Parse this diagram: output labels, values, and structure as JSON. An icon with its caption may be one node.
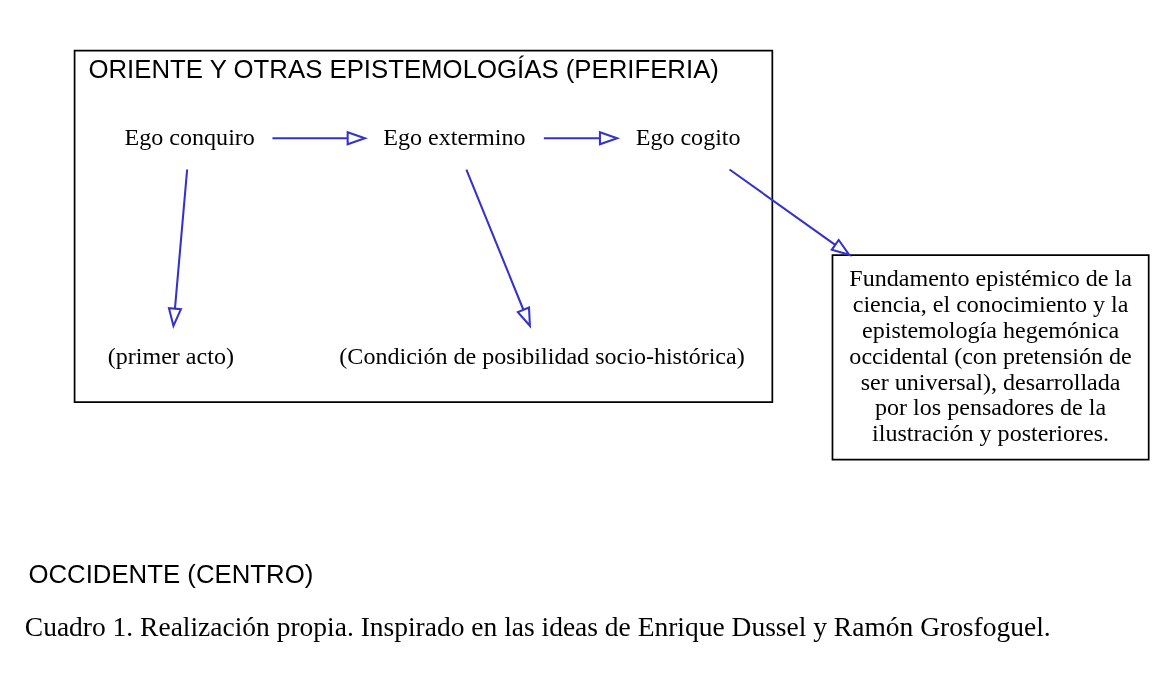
{
  "diagram": {
    "caption": "Cuadro 1. Realización propia. Inspirado en las ideas de Enrique Dussel y Ramón Grosfoguel.",
    "nodes": [
      {
        "text": [
          "ORIENTE Y OTRAS EPISTEMOLOGÍAS (PERIFERIA)"
        ]
      },
      {
        "text": [
          "Ego conquiro"
        ],
        "in": 0
      },
      {
        "text": [
          "Ego extermino"
        ],
        "in": 0
      },
      {
        "text": [
          "Ego cogito"
        ],
        "in": 0
      },
      {
        "text": [
          "(primer acto)"
        ],
        "in": 0
      },
      {
        "text": [
          "(Condición de posibilidad socio-histórica)"
        ],
        "in": 0
      },
      {
        "text": [
          "Fundamento epistémico de la ciencia, el conocimiento y la epistemología hegemónica occidental (con pretensión de ser universal), desarrollada por los pensadores de la ilustración y posteriores."
        ]
      }
    ],
    "edges": [
      {
        "from": 1,
        "to": 2,
        "arrow": "to"
      },
      {
        "from": 2,
        "to": 3,
        "arrow": "to"
      },
      {
        "from": 1,
        "to": 4,
        "arrow": "to"
      },
      {
        "from": 2,
        "to": 5,
        "arrow": "to"
      },
      {
        "from": 3,
        "to": 6,
        "arrow": "to"
      }
    ],
    "labels": [
      "OCCIDENTE (CENTRO)"
    ]
  }
}
